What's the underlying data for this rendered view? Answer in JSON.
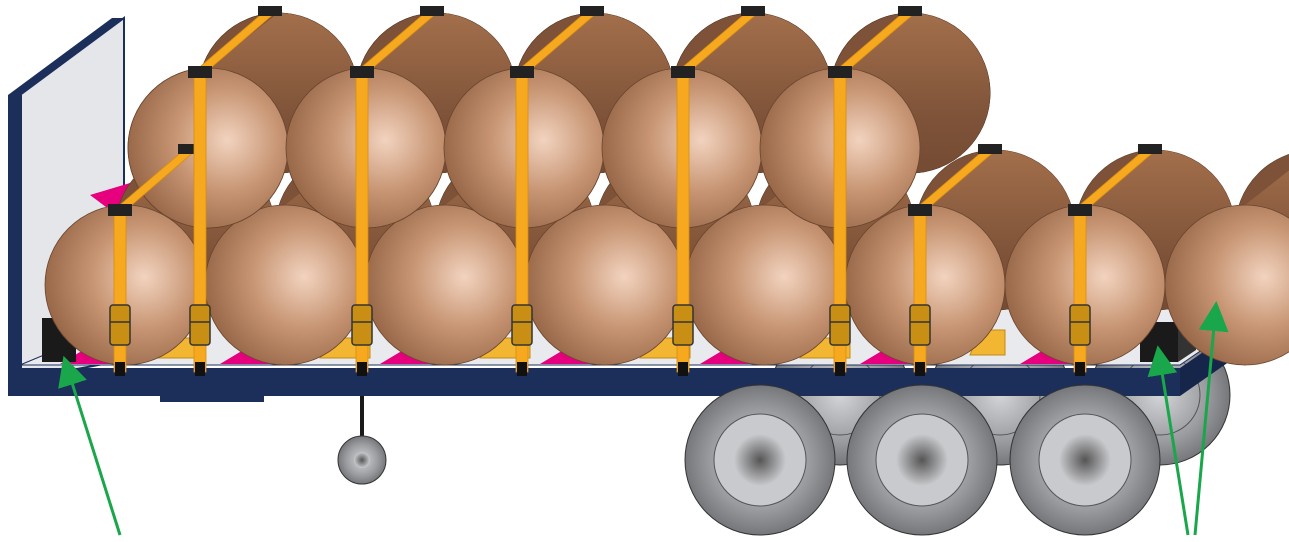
{
  "diagram": {
    "subject": "flatbed-trailer-with-strapped-cylindrical-rolls",
    "rolls": {
      "bottom_row_count": 8,
      "top_row_count": 5,
      "rear_stack_count": 2
    },
    "straps": {
      "count": 8
    },
    "wheels": {
      "axles": 3,
      "landing_gear_wheels": 1
    },
    "arrows": {
      "count": 3
    },
    "colors": {
      "strap": "#f6a81e",
      "strap_shadow": "#d88d10",
      "roll_highlight": "#f2d3bf",
      "roll_mid": "#c79573",
      "roll_dark": "#8a5a3c",
      "roll_side": "#7d5238",
      "anti_slip_mat": "#e6007e",
      "trailer_frame": "#1c2e5a",
      "trailer_deck": "#e8eaee",
      "headboard": "#e4e6ea",
      "wedge": "#f2b632",
      "chock": "#1a1a1a",
      "tire": "#7f8185",
      "tire_light": "#d4d5d8",
      "arrow": "#1aa64a"
    },
    "icons": [
      "strap-icon",
      "ratchet-icon",
      "wheel-icon",
      "arrow-icon"
    ]
  }
}
